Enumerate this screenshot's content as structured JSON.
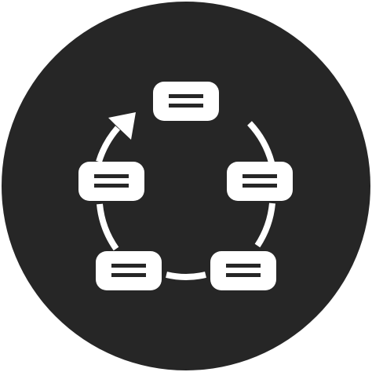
{
  "icon": {
    "name": "workflow-cycle-icon",
    "colors": {
      "background": "#ffffff",
      "circle": "#262626",
      "foreground": "#ffffff"
    },
    "nodes": [
      {
        "id": "top"
      },
      {
        "id": "right"
      },
      {
        "id": "bottom-right"
      },
      {
        "id": "bottom-left"
      },
      {
        "id": "left"
      }
    ]
  }
}
